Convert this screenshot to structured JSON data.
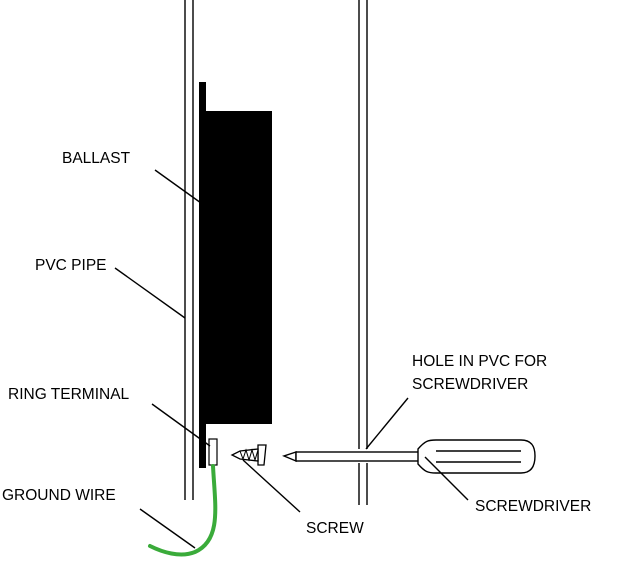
{
  "labels": {
    "ballast": "BALLAST",
    "pvc_pipe": "PVC PIPE",
    "ring_terminal": "RING TERMINAL",
    "ground_wire": "GROUND WIRE",
    "screw": "SCREW",
    "hole_line1": "HOLE IN PVC FOR",
    "hole_line2": "SCREWDRIVER",
    "screwdriver": "SCREWDRIVER"
  },
  "colors": {
    "outline": "#000000",
    "ballast_fill": "#000000",
    "ground_wire": "#3aab3a",
    "background": "#ffffff"
  }
}
